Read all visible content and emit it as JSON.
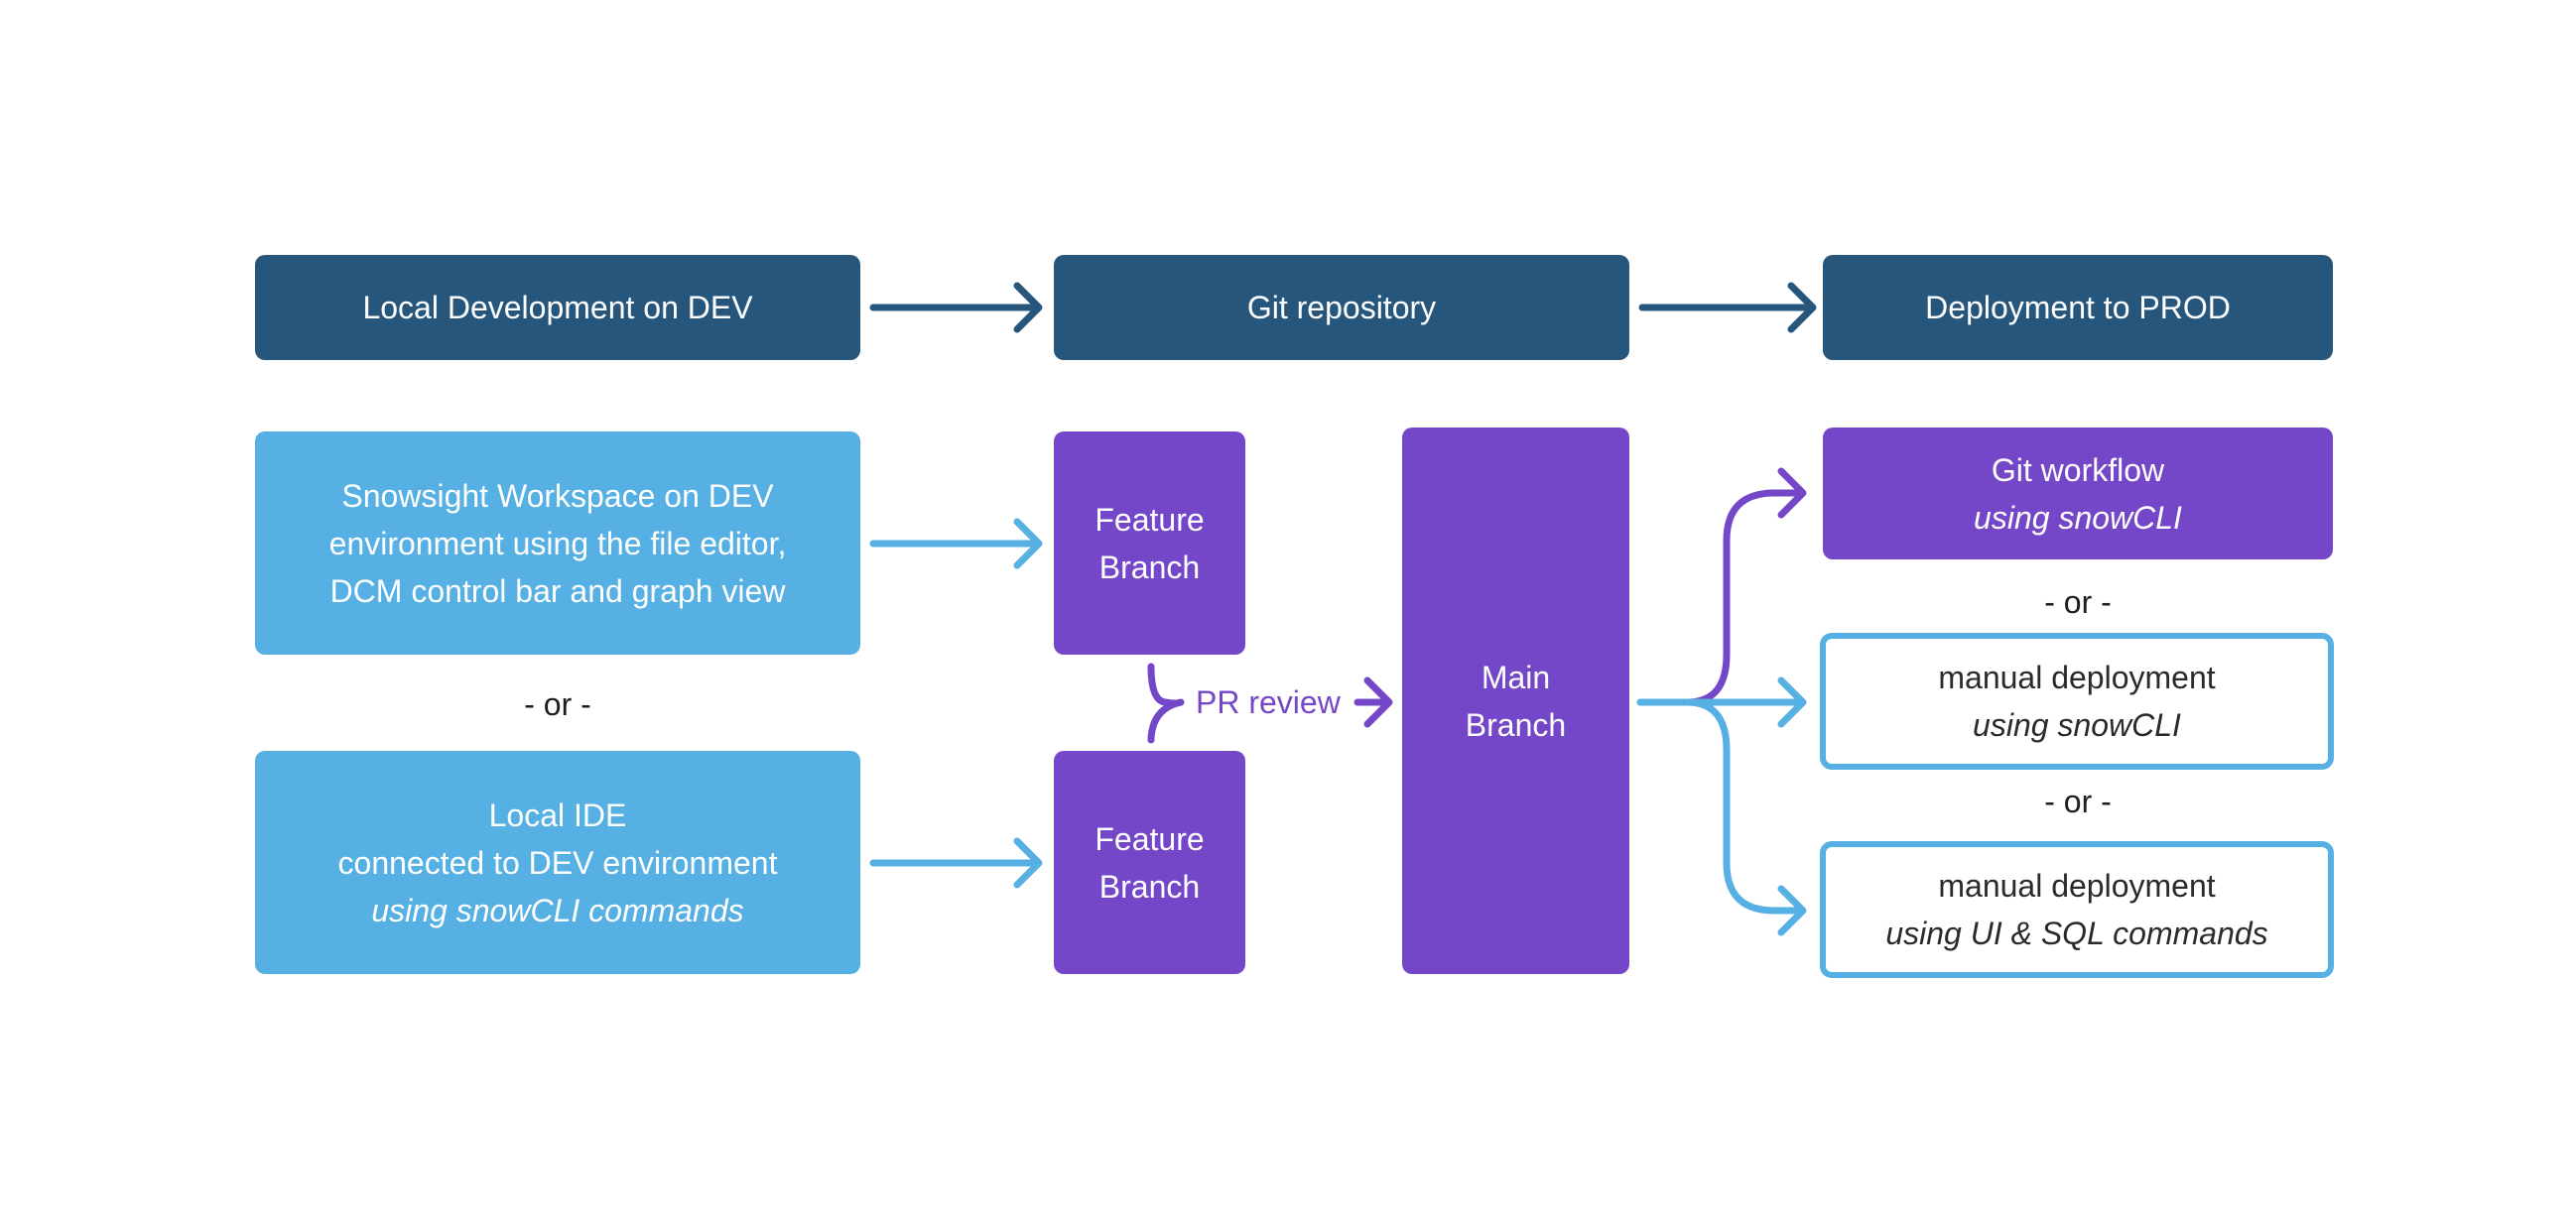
{
  "colors": {
    "header": "#27567d",
    "dev_box": "#56b0e3",
    "git_box": "#7447c9",
    "outline": "#56b0e3",
    "text_dark": "#1e1e1e"
  },
  "headers": {
    "local": "Local Development on DEV",
    "git": "Git repository",
    "deploy": "Deployment to PROD"
  },
  "dev": {
    "workspace": {
      "line1": "Snowsight Workspace on DEV",
      "line2": "environment using the file editor,",
      "line3": "DCM control bar and graph view"
    },
    "or": "- or -",
    "ide": {
      "line1": "Local IDE",
      "line2": "connected to DEV environment",
      "line3": "using snowCLI commands"
    }
  },
  "git": {
    "feature_top": {
      "line1": "Feature",
      "line2": "Branch"
    },
    "feature_bottom": {
      "line1": "Feature",
      "line2": "Branch"
    },
    "pr_review": "PR review",
    "main": {
      "line1": "Main",
      "line2": "Branch"
    }
  },
  "deploy": {
    "git_workflow": {
      "line1": "Git workflow",
      "line2": "using snowCLI"
    },
    "or1": "- or -",
    "manual_cli": {
      "line1": "manual deployment",
      "line2": "using snowCLI"
    },
    "or2": "- or -",
    "manual_ui": {
      "line1": "manual deployment",
      "line2": "using UI & SQL commands"
    }
  }
}
